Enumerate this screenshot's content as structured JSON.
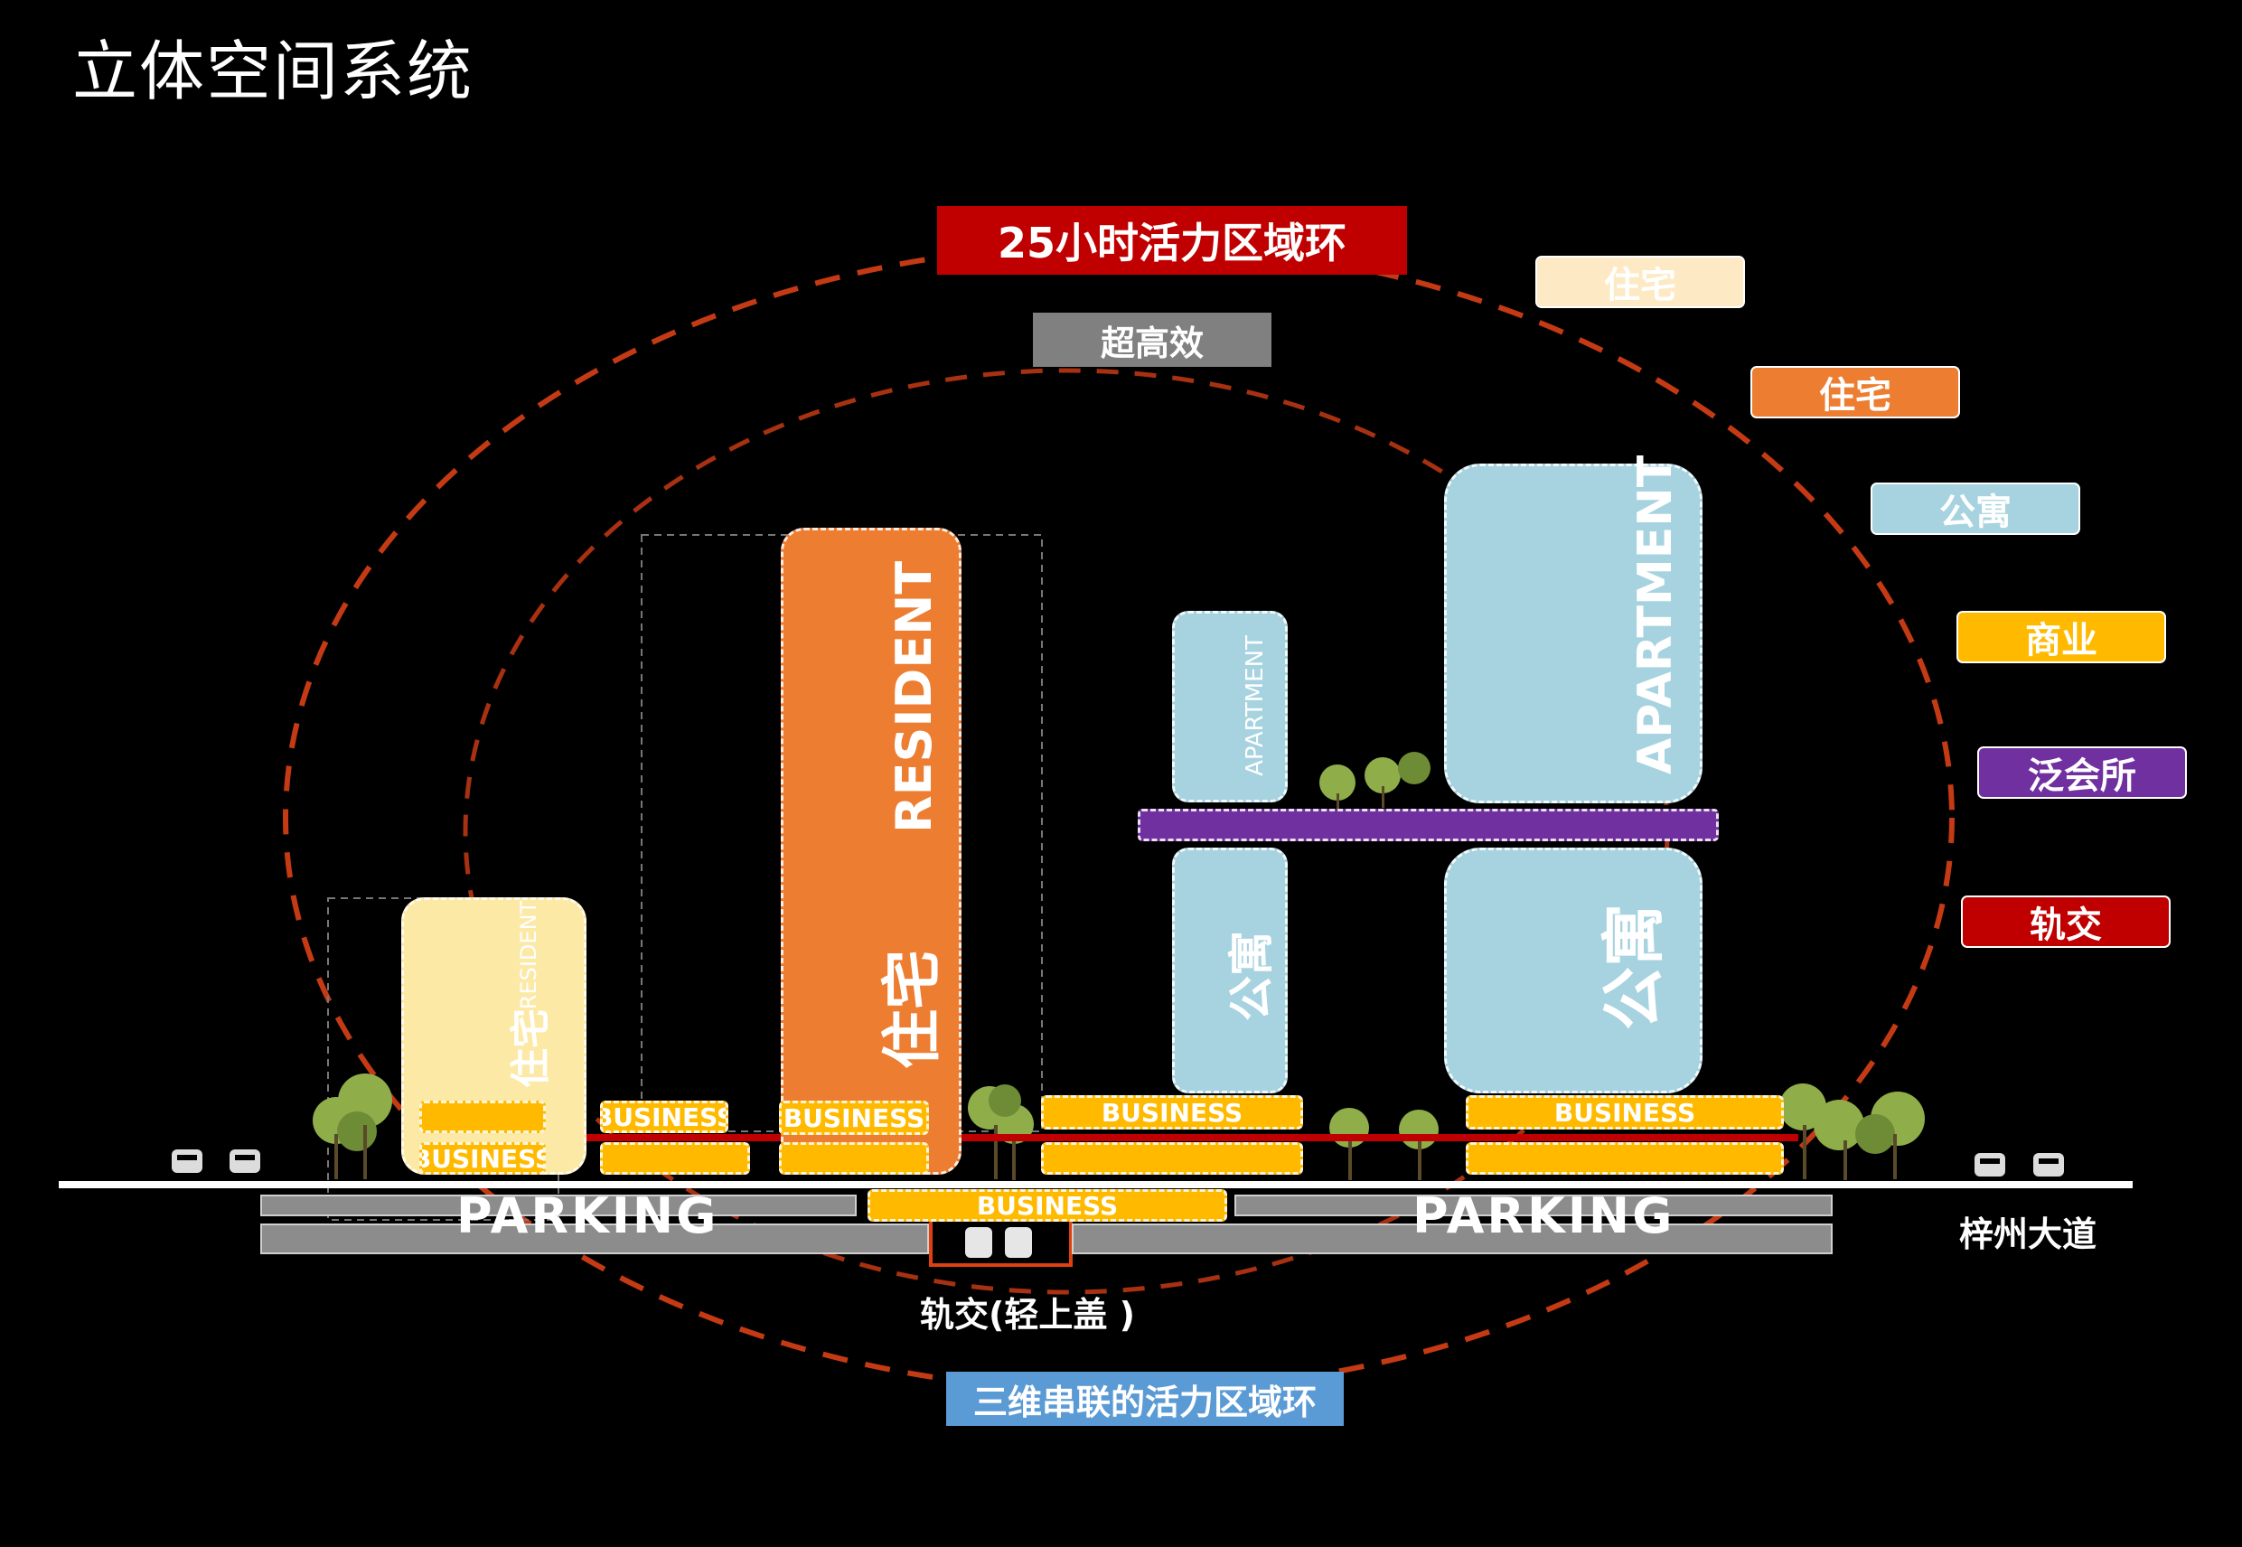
{
  "title": "立体空间系统",
  "ring_outer_label": "25小时活力区域环",
  "ring_inner_top_label": "超高效",
  "ring_bottom_label": "三维串联的活力区域环",
  "legend": [
    {
      "label": "住宅",
      "color": "#fde9c4"
    },
    {
      "label": "住宅",
      "color": "#ed7d31"
    },
    {
      "label": "公寓",
      "color": "#a6d3df"
    },
    {
      "label": "商业",
      "color": "#ffba00"
    },
    {
      "label": "泛会所",
      "color": "#7030a0"
    },
    {
      "label": "轨交",
      "color": "#c00000"
    }
  ],
  "buildings": {
    "resident_small_en": "RESIDENT",
    "resident_small_cn": "住宅",
    "resident_tall_en": "RESIDENT",
    "resident_tall_cn": "住宅",
    "apartment_small_en": "APARTMENT",
    "apartment_small_cn": "公寓",
    "apartment_large_en": "APARTMENT",
    "apartment_large_cn": "公寓"
  },
  "business_label": "BUSINESS",
  "parking_label": "PARKING",
  "road_label": "梓州大道",
  "metro_label": "轨交(轻上盖 )",
  "colors": {
    "background": "#000000",
    "ring": "#c43a14",
    "resident_light": "#fde9a6",
    "resident_orange": "#ed7d31",
    "apartment": "#a6d3df",
    "business": "#ffba00",
    "clubhouse": "#7030a0",
    "metro": "#c00000",
    "parking": "#8c8c8c",
    "outer_tag": "#c00000",
    "inner_tag": "#808080",
    "bottom_tag": "#5b9bd5"
  }
}
